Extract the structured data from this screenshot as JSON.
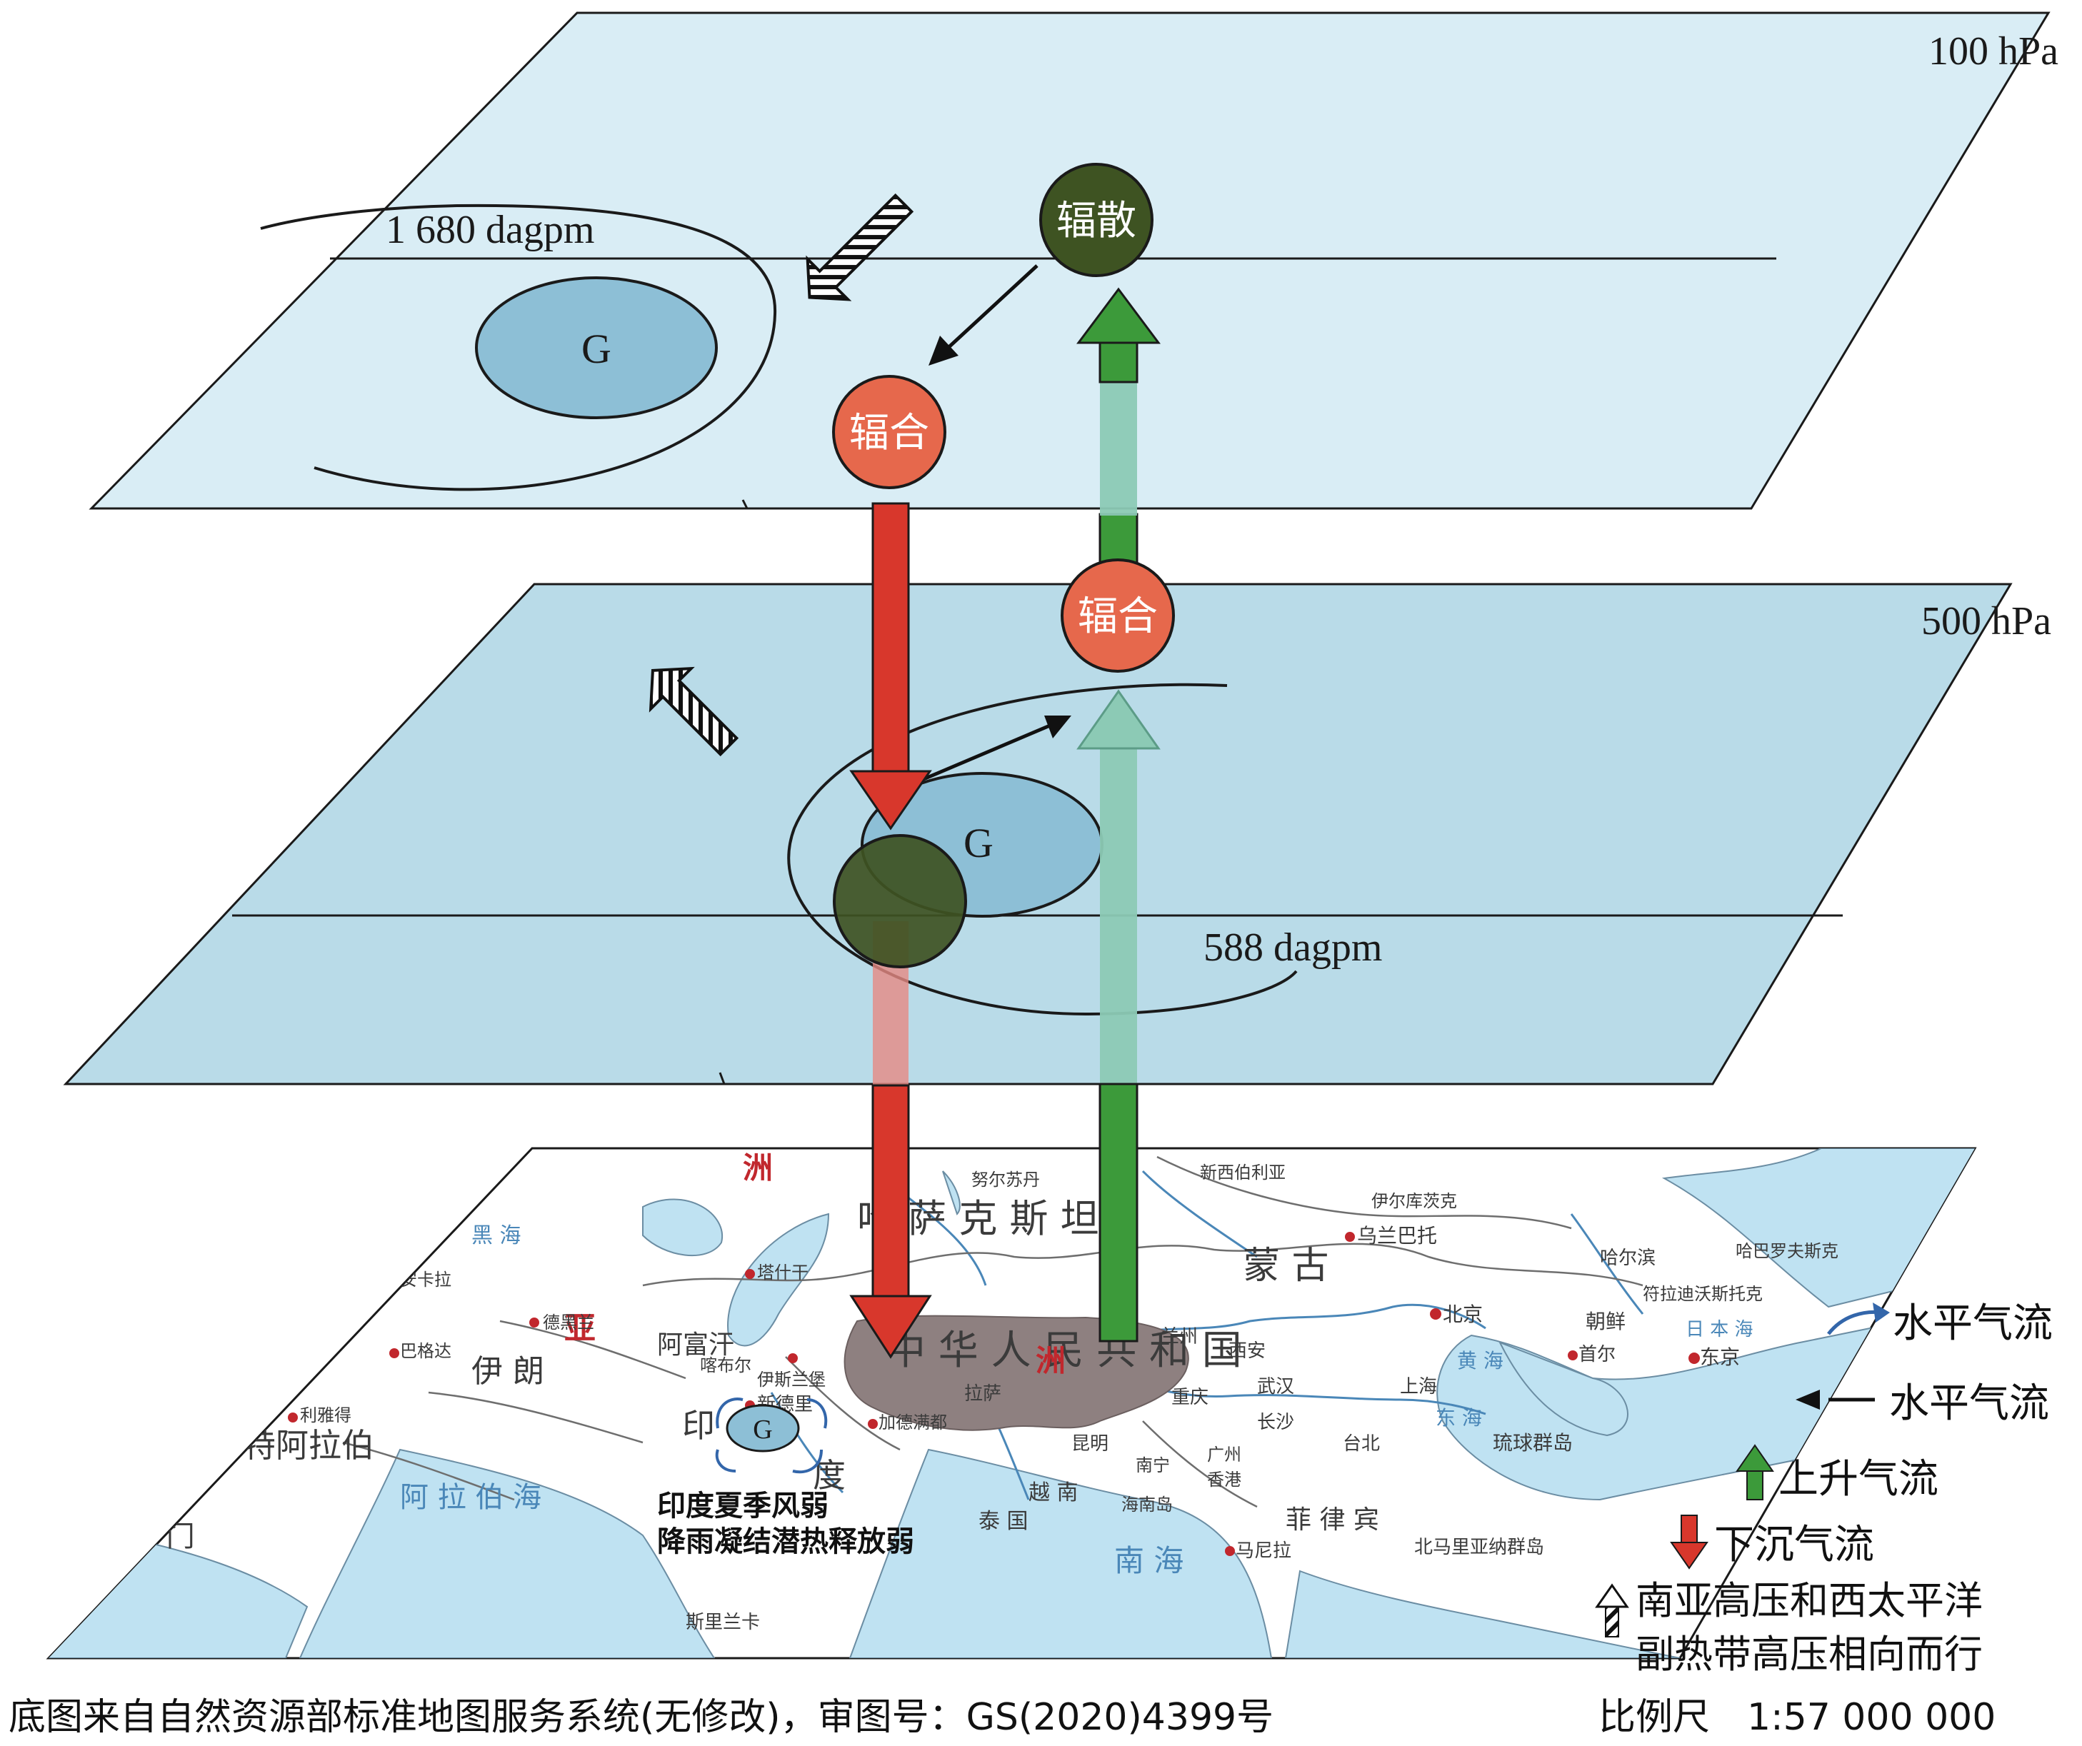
{
  "planes": {
    "upper": {
      "label": "100 hPa",
      "contour": "1 680 dagpm",
      "high": "G"
    },
    "middle": {
      "label": "500 hPa",
      "contour": "588 dagpm",
      "high": "G"
    }
  },
  "nodes": {
    "upper_diverge": "辐散",
    "upper_converge": "辐合",
    "mid_converge": "辐合"
  },
  "map": {
    "high": "G",
    "caption_line1": "印度夏季风弱",
    "caption_line2": "降雨凝结潜热释放弱",
    "labels": {
      "asia_sp": "亚",
      "zhou_top": "洲",
      "zhou_mid": "洲",
      "kazakh": "哈 萨 克 斯 坦",
      "mongol": "蒙 古",
      "prc": "中 华 人 民 共 和 国",
      "iran": "伊 朗",
      "afghan": "阿富汗",
      "yindu_a": "印",
      "yindu_b": "度",
      "arabia": "特阿拉伯",
      "arab_sea": "阿 拉 伯 海",
      "nanhai": "南 海",
      "ocean_blackdot": "黑 海",
      "beijing": "北京",
      "tokyo": "东京",
      "ulan": "乌兰巴托",
      "japan_sea": "日 本 海",
      "east_sea": "东 海",
      "yellow_sea": "黄 海",
      "ryukyu": "琉球群岛",
      "taiwan": "台北",
      "shanghai": "上海",
      "wuhan": "武汉",
      "chongqing": "重庆",
      "changsha": "长沙",
      "kunming": "昆明",
      "xian": "西安",
      "lanzhou": "兰州",
      "lhasa": "拉萨",
      "delhi": "新德里",
      "manila": "马尼拉",
      "harbin": "哈尔滨",
      "korea": "朝鲜",
      "seoul": "首尔",
      "srilanka": "斯里兰卡",
      "yemen": "也 门",
      "mariana": "北马里亚纳群岛",
      "philippines": "菲 律 宾",
      "thailand": "泰 国",
      "vietnam": "越 南",
      "nanning": "南宁",
      "guangzhou": "广州",
      "hongkong": "香港",
      "haikou": "海南岛",
      "kathmandu": "加德满都",
      "tashkent": "塔什干",
      "ankara": "安卡拉",
      "tehran": "德黑兰",
      "baghdad": "巴格达",
      "riyadh": "利雅得",
      "kabul": "喀布尔",
      "islamabad": "伊斯兰堡",
      "astana": "努尔苏丹",
      "novosibirsk": "新西伯利亚",
      "irkutsk": "伊尔库茨克",
      "vladivostok": "符拉迪沃斯托克",
      "khabarovsk": "哈巴罗夫斯克"
    }
  },
  "legend": {
    "horizontal_curved": "水平气流",
    "horizontal_straight": "水平气流",
    "rising": "上升气流",
    "sinking": "下沉气流",
    "opposing_line1": "南亚高压和西太平洋",
    "opposing_line2": "副热带高压相向而行"
  },
  "footer": {
    "source": "底图来自自然资源部标准地图服务系统(无修改)，审图号：GS(2020)4399号",
    "scale": "比例尺　1:57 000 000"
  },
  "colors": {
    "plane_upper": "#d9edf5",
    "plane_middle": "#b9dbe8",
    "high_fill": "#8dbfd6",
    "diverge_node": "#3e5322",
    "converge_node": "#e6684c",
    "sinking_arrow": "#d8372c",
    "rising_arrow": "#3c9a3a",
    "map_land": "#ffffff",
    "map_water": "#bfe2f2",
    "plateau": "#8e8080"
  }
}
